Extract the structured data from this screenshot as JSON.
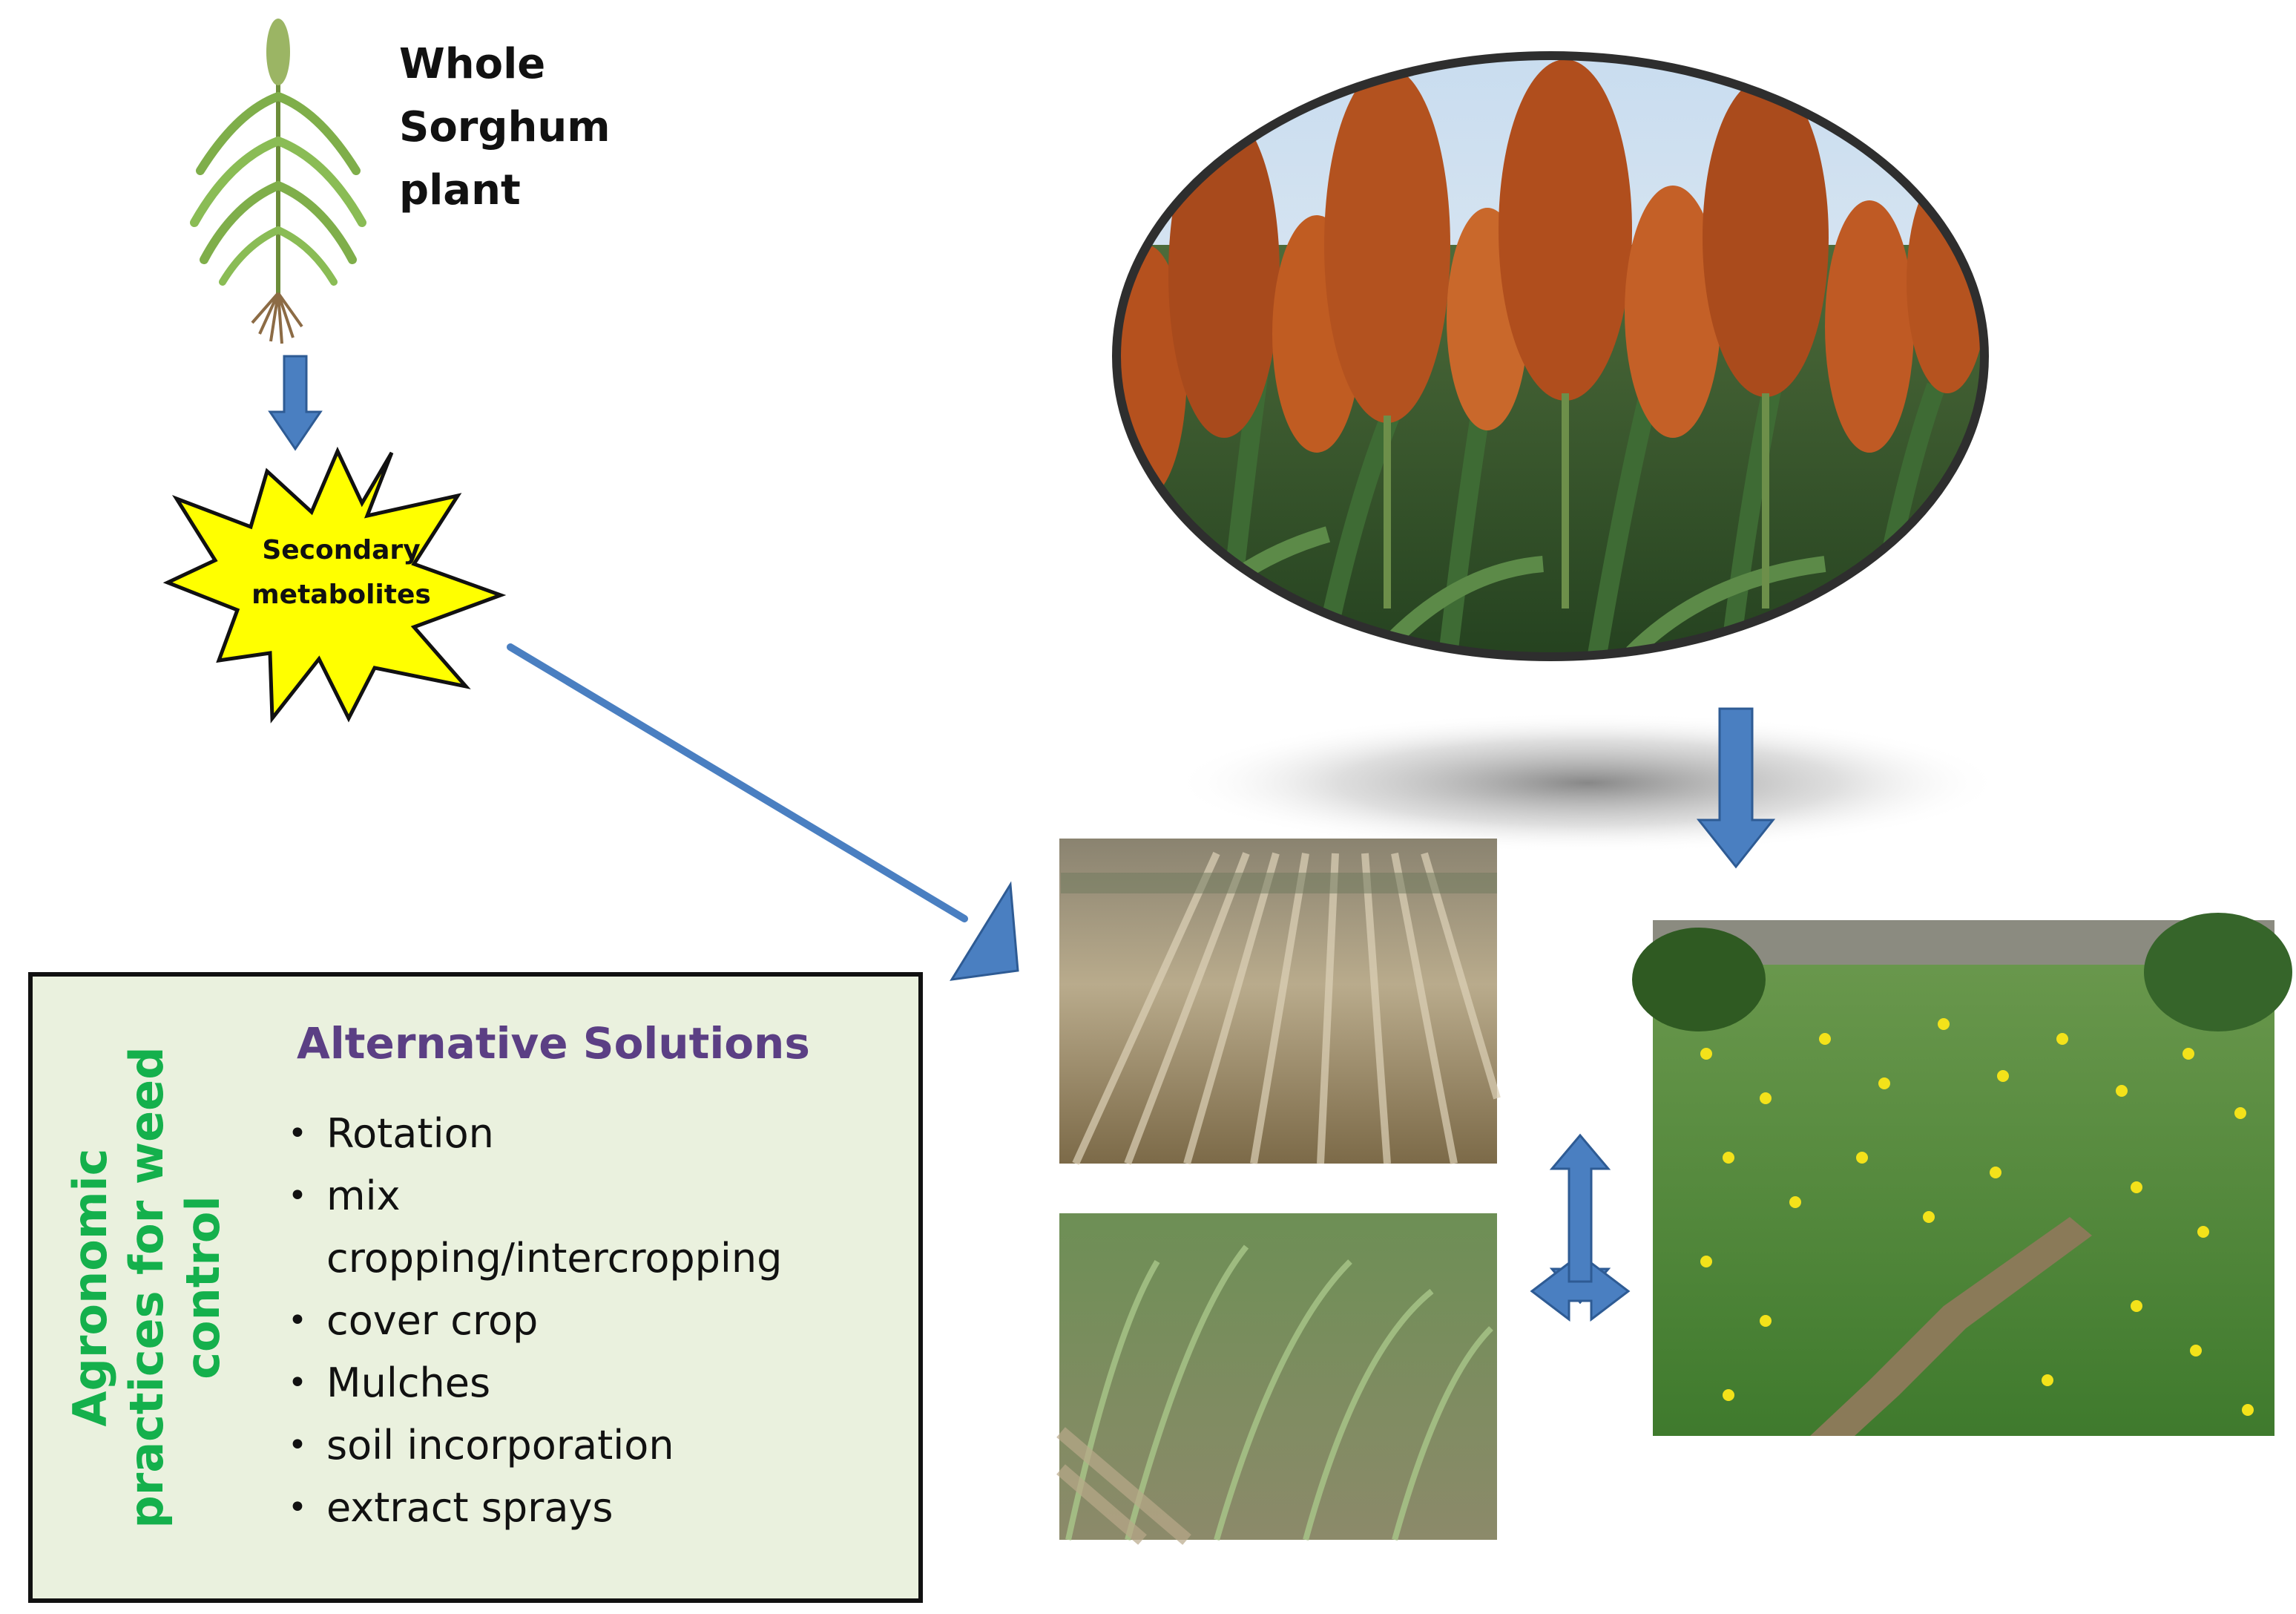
{
  "plant_label": {
    "line1": "Whole",
    "line2": "Sorghum",
    "line3": "plant"
  },
  "burst_label": {
    "line1": "Secondary",
    "line2": "metabolites"
  },
  "agronomic_title": {
    "line1": "Agronomic",
    "line2": "practices for weed",
    "line3": "control"
  },
  "solutions": {
    "heading": "Alternative Solutions",
    "items": [
      {
        "text": "Rotation"
      },
      {
        "text": "mix"
      },
      {
        "text": "cropping/intercropping"
      },
      {
        "text": "cover crop"
      },
      {
        "text": "Mulches"
      },
      {
        "text": "soil incorporation"
      },
      {
        "text": "extract sprays"
      }
    ]
  },
  "colors": {
    "arrow_fill": "#4a7fc1",
    "arrow_stroke": "#2e5b94",
    "burst_fill": "#ffff00",
    "box_fill": "#eaf1de",
    "vertical_title": "#14b04c",
    "solutions_heading": "#5b3f84"
  }
}
